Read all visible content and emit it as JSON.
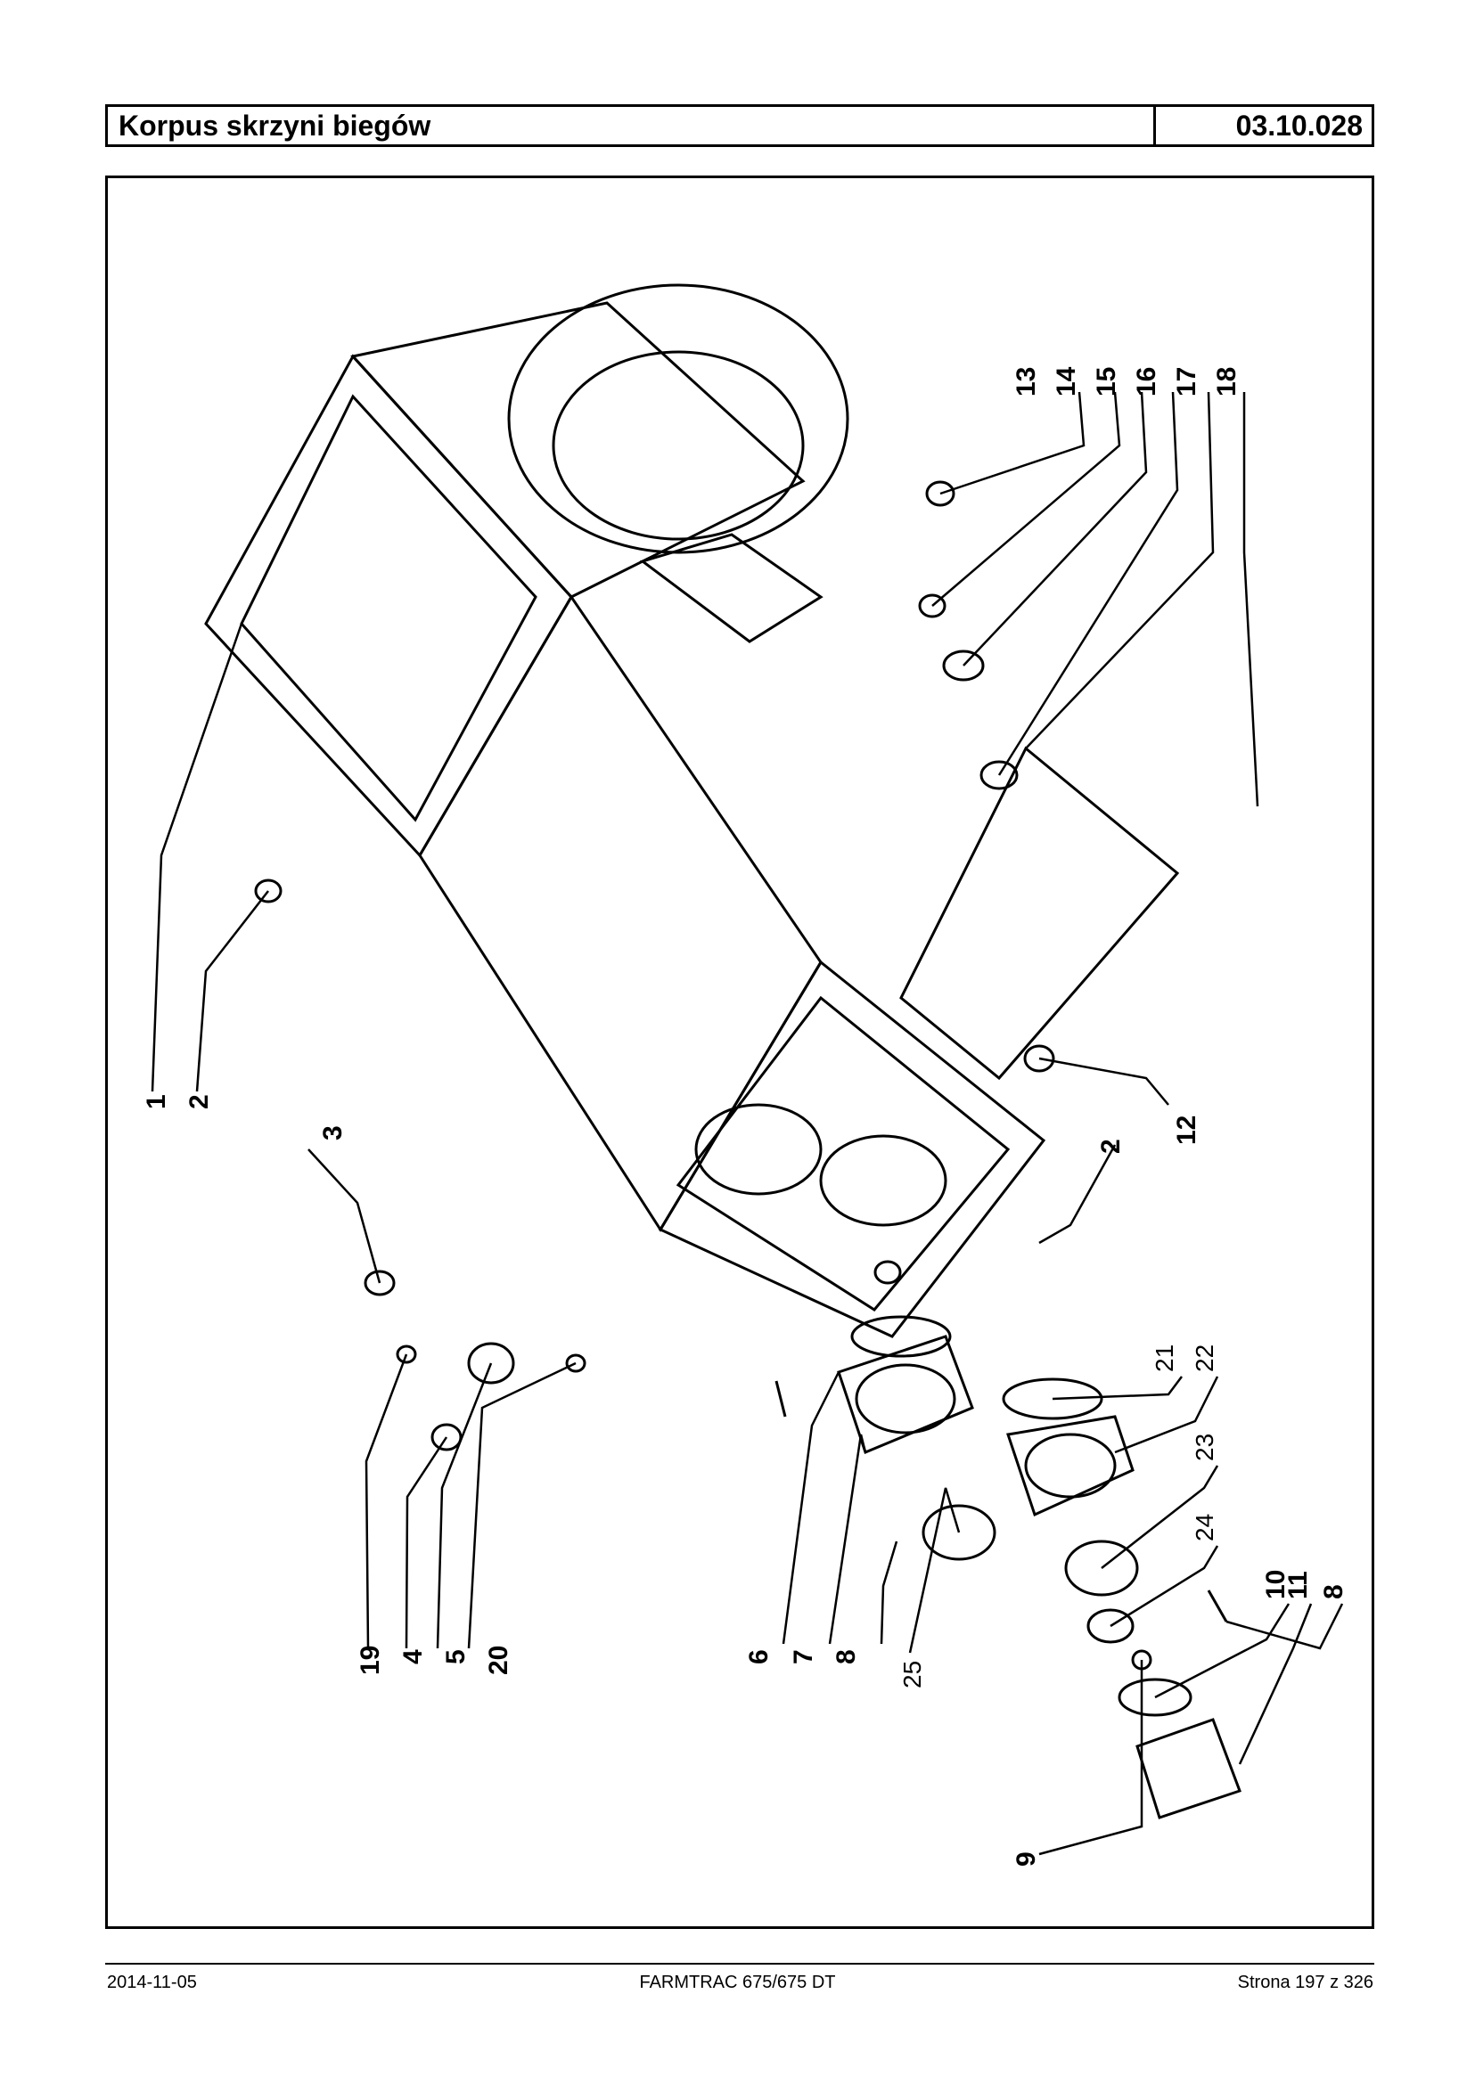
{
  "header": {
    "title": "Korpus skrzyni biegów",
    "code": "03.10.028"
  },
  "diagram": {
    "part_labels": [
      "1",
      "2",
      "3",
      "2",
      "19",
      "4",
      "5",
      "20",
      "6",
      "7",
      "8",
      "25",
      "9",
      "13",
      "14",
      "15",
      "16",
      "17",
      "18",
      "12",
      "21",
      "22",
      "23",
      "24",
      "10",
      "11",
      "8"
    ]
  },
  "footer": {
    "date": "2014-11-05",
    "model": "FARMTRAC 675/675 DT",
    "page": "Strona 197 z 326"
  }
}
